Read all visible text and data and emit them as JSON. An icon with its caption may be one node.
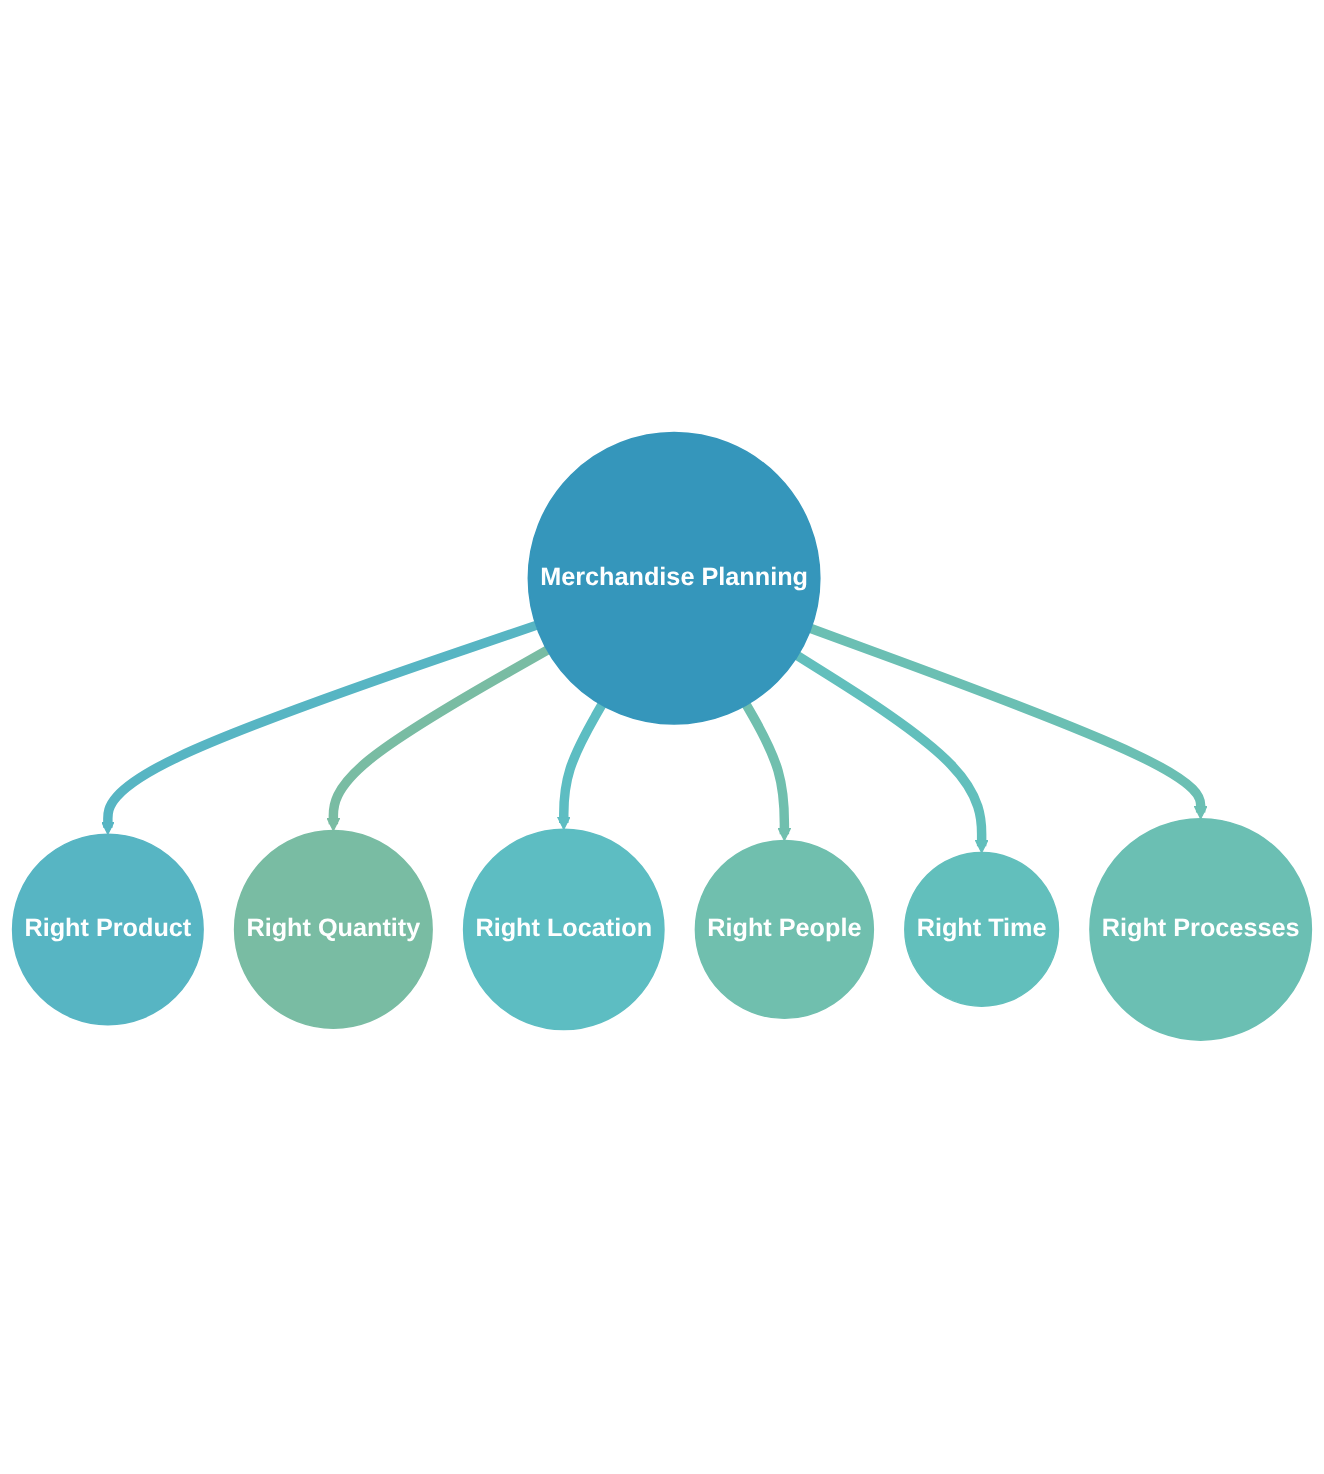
{
  "diagram": {
    "nodes": [
      {
        "text": [
          "Merchandise Planning"
        ]
      },
      {
        "text": [
          "Right Product"
        ]
      },
      {
        "text": [
          "Right Quantity"
        ]
      },
      {
        "text": [
          "Right Location"
        ]
      },
      {
        "text": [
          "Right People"
        ]
      },
      {
        "text": [
          "Right Time"
        ]
      },
      {
        "text": [
          "Right Processes"
        ]
      }
    ],
    "edges": [
      {
        "from": 0,
        "to": 1,
        "arrow": "to",
        "color": "#57b5c3"
      },
      {
        "from": 0,
        "to": 2,
        "arrow": "to",
        "color": "#79bca3"
      },
      {
        "from": 0,
        "to": 3,
        "arrow": "to",
        "color": "#5dbdc2"
      },
      {
        "from": 0,
        "to": 4,
        "arrow": "to",
        "color": "#70bfae"
      },
      {
        "from": 0,
        "to": 5,
        "arrow": "to",
        "color": "#62bfbc"
      },
      {
        "from": 0,
        "to": 6,
        "arrow": "to",
        "color": "#6bbfb3"
      }
    ]
  }
}
